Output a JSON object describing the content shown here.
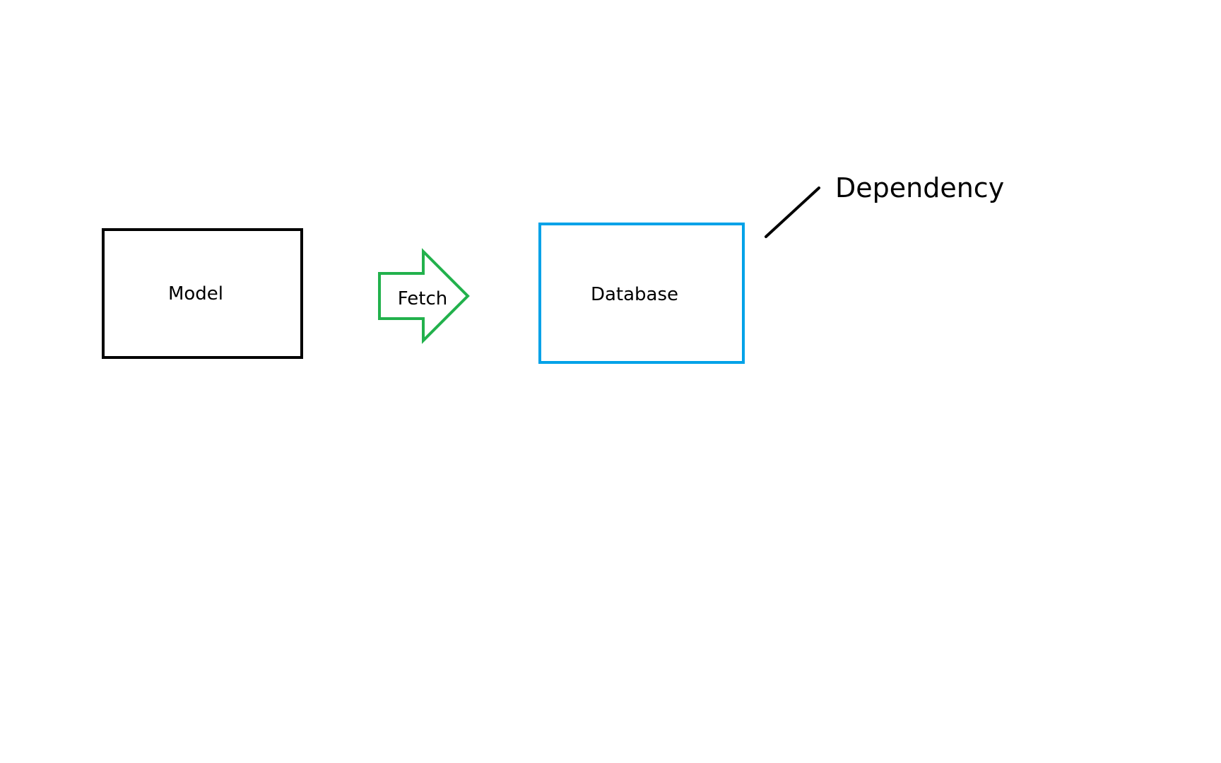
{
  "diagram": {
    "model_box": {
      "label": "Model",
      "border_color": "#000000"
    },
    "fetch_arrow": {
      "label": "Fetch",
      "border_color": "#22b14c",
      "direction": "right"
    },
    "database_box": {
      "label": "Database",
      "border_color": "#00a2e8"
    },
    "dependency_annotation": {
      "label": "Dependency",
      "line_color": "#000000"
    }
  }
}
